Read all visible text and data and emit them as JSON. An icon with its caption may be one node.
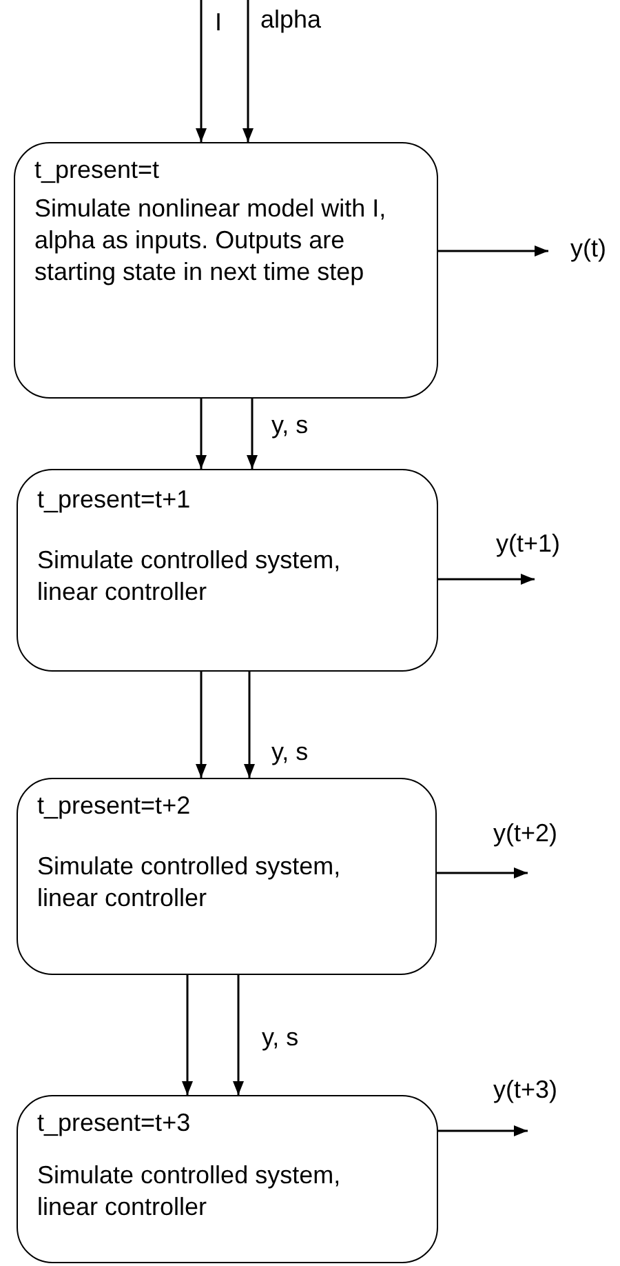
{
  "diagram": {
    "nodes": [
      {
        "text": [
          "t_present=t",
          "Simulate nonlinear model with I, alpha as inputs. Outputs are starting state in next time step"
        ]
      },
      {
        "text": [
          "t_present=t+1",
          "Simulate controlled system, linear controller"
        ]
      },
      {
        "text": [
          "t_present=t+2",
          "Simulate controlled system, linear controller"
        ]
      },
      {
        "text": [
          "t_present=t+3",
          "Simulate controlled system, linear controller"
        ]
      }
    ],
    "edges": [
      {
        "from": null,
        "to": 0,
        "arrow": "to",
        "label": "I"
      },
      {
        "from": null,
        "to": 0,
        "arrow": "to",
        "label": "alpha"
      },
      {
        "from": 0,
        "to": null,
        "arrow": "to",
        "label": "y(t)"
      },
      {
        "from": 0,
        "to": 1,
        "arrow": "to"
      },
      {
        "from": 0,
        "to": 1,
        "arrow": "to",
        "label": "y, s"
      },
      {
        "from": 1,
        "to": null,
        "arrow": "to",
        "label": "y(t+1)"
      },
      {
        "from": 1,
        "to": 2,
        "arrow": "to"
      },
      {
        "from": 1,
        "to": 2,
        "arrow": "to",
        "label": "y, s"
      },
      {
        "from": 2,
        "to": null,
        "arrow": "to",
        "label": "y(t+2)"
      },
      {
        "from": 2,
        "to": 3,
        "arrow": "to"
      },
      {
        "from": 2,
        "to": 3,
        "arrow": "to",
        "label": "y, s"
      },
      {
        "from": 3,
        "to": null,
        "arrow": "to",
        "label": "y(t+3)"
      }
    ]
  }
}
